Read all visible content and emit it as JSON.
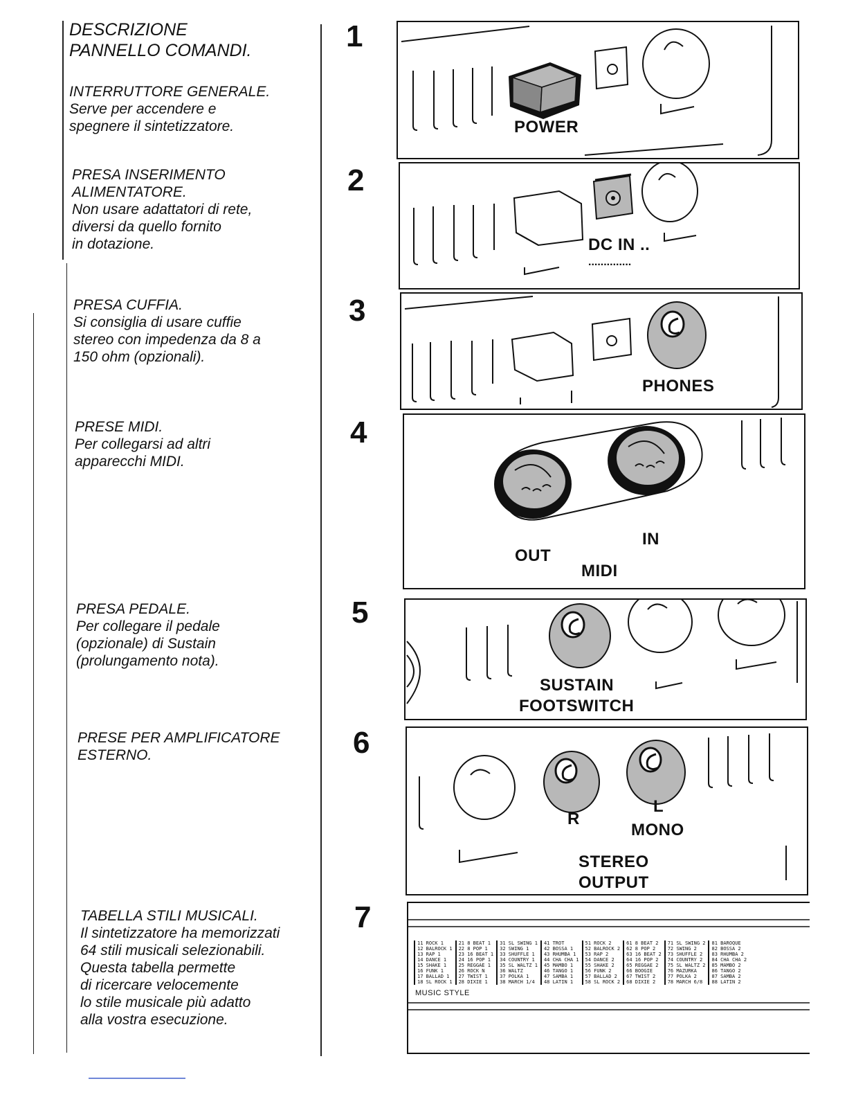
{
  "header": {
    "title_line1": "DESCRIZIONE",
    "title_line2": "PANNELLO COMANDI."
  },
  "items": [
    {
      "number": "1",
      "heading": "INTERRUTTORE   GENERALE.",
      "body": [
        "Serve per accendere e",
        "spegnere il sintetizzatore."
      ],
      "labels": [
        "POWER"
      ]
    },
    {
      "number": "2",
      "heading": "PRESA INSERIMENTO",
      "body": [
        "ALIMENTATORE.",
        "Non usare adattatori di rete,",
        "diversi da quello fornito",
        "in dotazione."
      ],
      "labels": [
        "DC IN ..",
        ".............."
      ]
    },
    {
      "number": "3",
      "heading": "PRESA CUFFIA.",
      "body": [
        "Si consiglia di usare cuffie",
        "stereo con impedenza da 8 a",
        "150 ohm (opzionali)."
      ],
      "labels": [
        "PHONES"
      ]
    },
    {
      "number": "4",
      "heading": "PRESE MIDI.",
      "body": [
        "Per collegarsi ad altri",
        "apparecchi MIDI."
      ],
      "labels": [
        "OUT",
        "IN",
        "MIDI"
      ]
    },
    {
      "number": "5",
      "heading": "PRESA PEDALE.",
      "body": [
        "Per collegare il pedale",
        "(opzionale) di Sustain",
        "(prolungamento nota)."
      ],
      "labels": [
        "SUSTAIN",
        "FOOTSWITCH"
      ]
    },
    {
      "number": "6",
      "heading": "PRESE PER  AMPLIFICATORE",
      "body": [
        "ESTERNO."
      ],
      "labels": [
        "R",
        "L",
        "MONO",
        "STEREO",
        "OUTPUT"
      ]
    },
    {
      "number": "7",
      "heading": "TABELLA STILI  MUSICALI.",
      "body": [
        "Il sintetizzatore ha memorizzati",
        "64 stili musicali  selezionabili.",
        "Questa tabella permette",
        "di ricercare velocemente",
        "lo stile musicale più adatto",
        "alla vostra esecuzione."
      ],
      "labels": [
        "MUSIC  STYLE"
      ]
    }
  ],
  "style_table": [
    [
      "11 ROCK 1",
      "12 BALROCK 1",
      "13 RAP 1",
      "14 DANCE 1",
      "15 SHAKE 1",
      "16 FUNK 1",
      "17 BALLAD 1",
      "18 SL ROCK 1"
    ],
    [
      "21 8 BEAT 1",
      "22 8 POP 1",
      "23 16 BEAT 1",
      "24 16 POP 1",
      "25 REGGAE 1",
      "26 ROCK N",
      "27 TWIST 1",
      "28 DIXIE 1"
    ],
    [
      "31 SL SWING 1",
      "32 SWING 1",
      "33 SHUFFLE 1",
      "34 COUNTRY 1",
      "35 SL WALTZ 1",
      "36 WALTZ",
      "37 POLKA 1",
      "38 MARCH 1/4"
    ],
    [
      "41 TROT",
      "42 BOSSA 1",
      "43 RHUMBA 1",
      "44 CHA CHA 1",
      "45 MAMBO 1",
      "46 TANGO 1",
      "47 SAMBA 1",
      "48 LATIN 1"
    ],
    [
      "51 ROCK 2",
      "52 BALROCK 2",
      "53 RAP 2",
      "54 DANCE 2",
      "55 SHAKE 2",
      "56 FUNK 2",
      "57 BALLAD 2",
      "58 SL ROCK 2"
    ],
    [
      "61 8 BEAT 2",
      "62 8 POP 2",
      "63 16 BEAT 2",
      "64 16 POP 2",
      "65 REGGAE 2",
      "66 BOOGIE",
      "67 TWIST 2",
      "68 DIXIE 2"
    ],
    [
      "71 SL SWING 2",
      "72 SWING 2",
      "73 SHUFFLE 2",
      "74 COUNTRY 2",
      "75 SL WALTZ 2",
      "76 MAZURKA",
      "77 POLKA 2",
      "78 MARCH 6/8"
    ],
    [
      "81 BAROQUE",
      "82 BOSSA 2",
      "83 RHUMBA 2",
      "84 CHA CHA 2",
      "85 MAMBO 2",
      "86 TANGO 2",
      "87 SAMBA 2",
      "88 LATIN 2"
    ]
  ],
  "colors": {
    "ink": "#111111",
    "jack_fill": "#b8b8b8",
    "link_underline": "#6e86d8"
  }
}
